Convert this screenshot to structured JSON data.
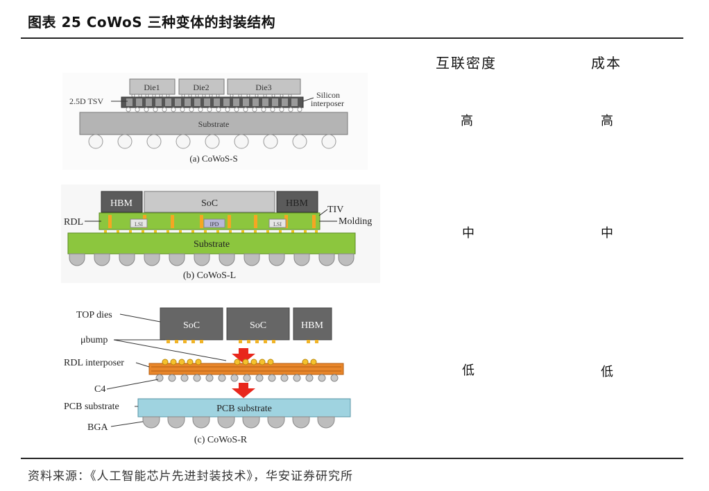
{
  "header": {
    "title": "图表 25 CoWoS 三种变体的封装结构"
  },
  "table": {
    "columns": [
      "互联密度",
      "成本"
    ],
    "rows": [
      {
        "variant": "CoWoS-S",
        "density": "高",
        "cost": "高"
      },
      {
        "variant": "CoWoS-L",
        "density": "中",
        "cost": "中"
      },
      {
        "variant": "CoWoS-R",
        "density": "低",
        "cost": "低"
      }
    ]
  },
  "diagram_s": {
    "dies": [
      "Die1",
      "Die2",
      "Die3"
    ],
    "tsv_label": "2.5D TSV",
    "interposer_label_1": "Silicon",
    "interposer_label_2": "interposer",
    "substrate": "Substrate",
    "caption": "(a)  CoWoS-S"
  },
  "diagram_l": {
    "hbm_left": "HBM",
    "soc": "SoC",
    "hbm_right": "HBM",
    "rdl": "RDL",
    "tiv": "TIV",
    "molding": "Molding",
    "lsi_left": "LSI",
    "ipd": "IPD",
    "lsi_right": "LSI",
    "substrate": "Substrate",
    "caption": "(b)  CoWoS-L"
  },
  "diagram_r": {
    "top_dies": "TOP dies",
    "ubump": "μbump",
    "rdl_interposer": "RDL interposer",
    "c4": "C4",
    "pcb_label": "PCB substrate",
    "bga": "BGA",
    "soc1": "SoC",
    "soc2": "SoC",
    "hbm": "HBM",
    "pcb_box": "PCB substrate",
    "caption": "(c)  CoWoS-R"
  },
  "footer": {
    "source": "资料来源：《人工智能芯片先进封装技术》，华安证券研究所"
  }
}
